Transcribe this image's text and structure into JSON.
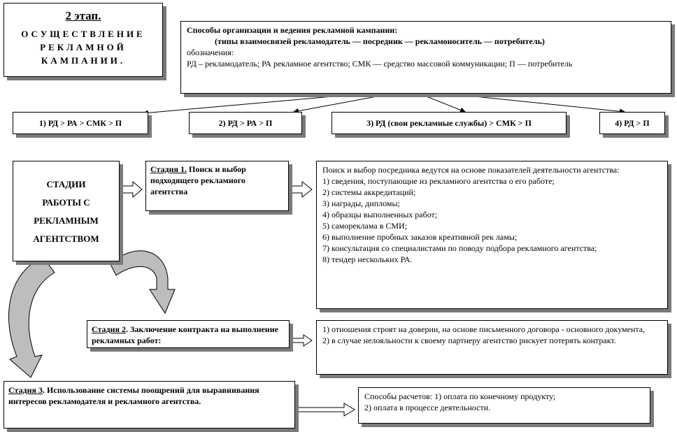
{
  "stage_title": {
    "number": "2 этап.",
    "lines": [
      "ОСУЩЕСТВЛЕНИЕ",
      "РЕКЛАМНОЙ",
      "КАМПАНИИ."
    ]
  },
  "methods": {
    "title": "Способы организации и ведения рекламной кампании:",
    "subtitle": "(типы взаимосвязей рекламодатель — посредник — рекламоноситель — потребитель)",
    "legend_label": "обозначения:",
    "legend_text": "РД – рекламодатель; РА рекламное агентство; СМК — средство массовой коммуникации; П — потребитель"
  },
  "chains": [
    "1) РД > РА > СМК > П",
    "2) РД > РА > П",
    "3) РД (свои рекламные службы) > СМК > П",
    "4) РД > П"
  ],
  "stages_block": {
    "lines": [
      "СТАДИИ",
      "РАБОТЫ С",
      "РЕКЛАМНЫМ",
      "АГЕНТСТВОМ"
    ]
  },
  "stage1": {
    "label": "Стадия 1.",
    "text": " Поиск и выбор подходящего рекламного агентства"
  },
  "agency": {
    "lead": "Поиск и выбор посредника ведутся на основе показателей деятельности агентства:",
    "items": [
      "1) сведения, поступающие из рекламного агентства о его работе;",
      "2) системы аккредитаций;",
      "3) награды, дипломы;",
      "4) образцы выполненных работ;",
      "5) самореклама в СМИ;",
      "6) выполнение пробных заказов креативной рек ламы;",
      "7) консультация со специалистами по поводу подбора рекламного агентства;",
      "8) тендер нескольких РА."
    ]
  },
  "stage2": {
    "label": "Стадия 2",
    "text": ". Заключение контракта на выполнение рекламных работ:"
  },
  "contract": {
    "items": [
      "1) отношения строят на доверии, на основе письменного договора - основного документа,",
      "2) в случае нелояльности к своему партнеру агентство рискует потерять контракт."
    ]
  },
  "stage3": {
    "label": "Стадия 3",
    "text": ". Использование системы поощрений для выравнивания интересов рекламодателя и рекламного агентства."
  },
  "payments": {
    "label": "Способы расчетов:",
    "item1": " 1) оплата по конечному продукту;",
    "item2": "2) оплата в процессе деятельности."
  }
}
